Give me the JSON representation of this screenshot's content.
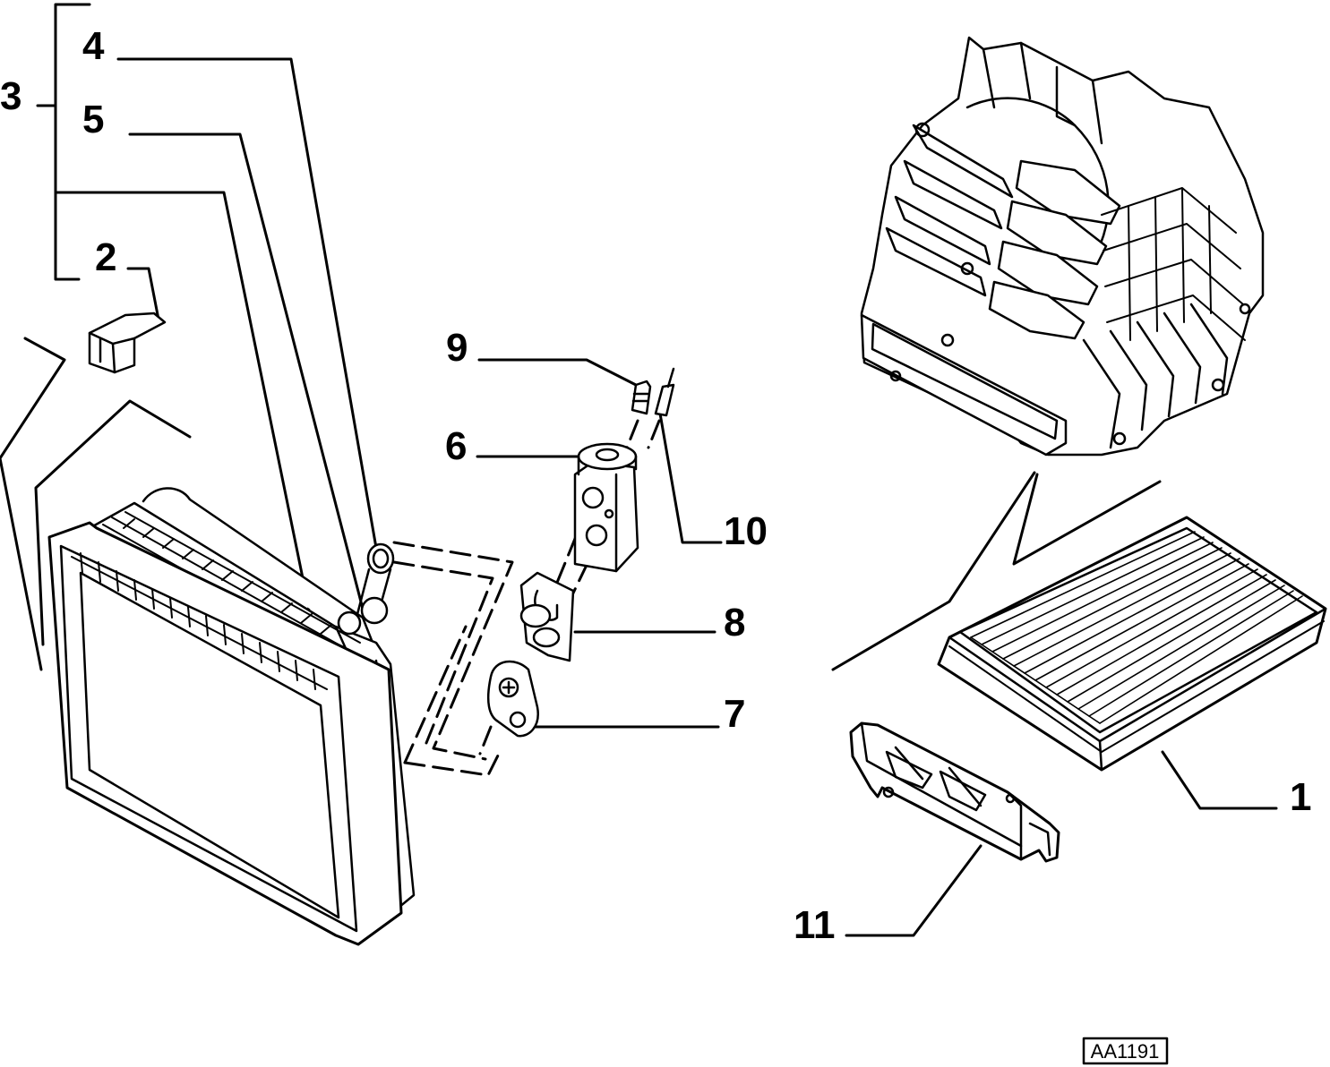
{
  "diagram": {
    "reference_code": "AA1191",
    "callouts": [
      {
        "id": "1",
        "label": "1"
      },
      {
        "id": "2",
        "label": "2"
      },
      {
        "id": "3",
        "label": "3"
      },
      {
        "id": "4",
        "label": "4"
      },
      {
        "id": "5",
        "label": "5"
      },
      {
        "id": "6",
        "label": "6"
      },
      {
        "id": "7",
        "label": "7"
      },
      {
        "id": "8",
        "label": "8"
      },
      {
        "id": "9",
        "label": "9"
      },
      {
        "id": "10",
        "label": "10"
      },
      {
        "id": "11",
        "label": "11"
      }
    ]
  },
  "colors": {
    "ink": "#000000",
    "paper": "#ffffff",
    "shade": "#d9d9d9"
  }
}
